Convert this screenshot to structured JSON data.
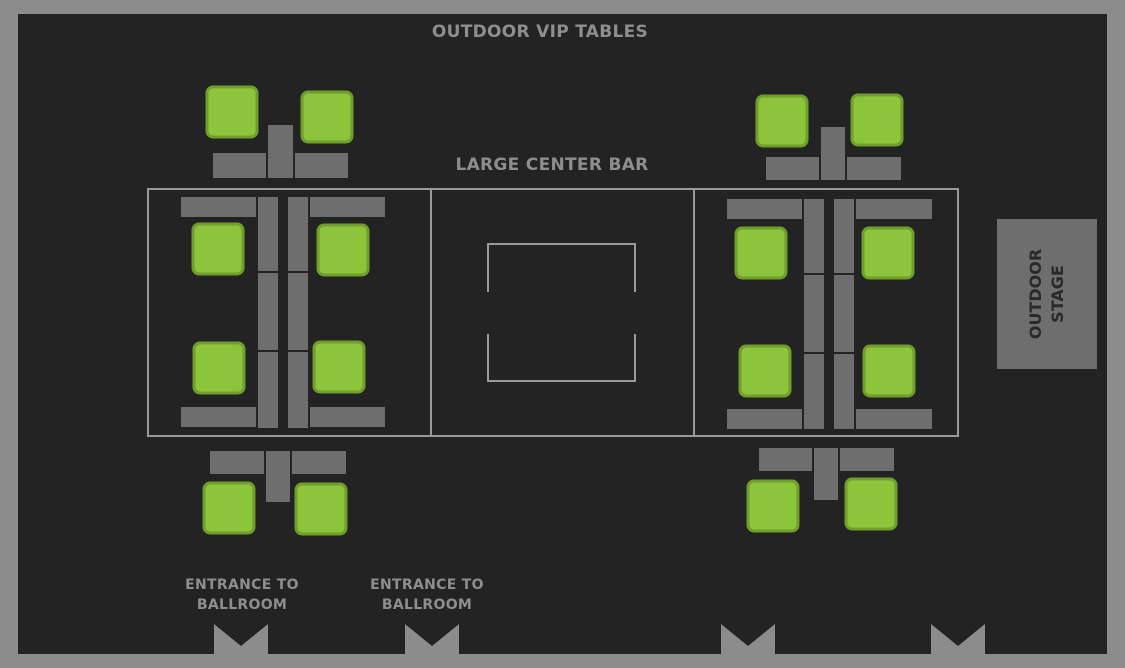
{
  "labels": {
    "outdoor_vip_tables": "OUTDOOR VIP TABLES",
    "large_center_bar": "LARGE CENTER BAR",
    "entrance_1_line1": "ENTRANCE TO",
    "entrance_1_line2": "BALLROOM",
    "entrance_2_line1": "ENTRANCE TO",
    "entrance_2_line2": "BALLROOM",
    "outdoor_stage_line1": "OUTDOOR",
    "outdoor_stage_line2": "STAGE"
  },
  "colors": {
    "wall": "#8c8c8c",
    "floor": "#232323",
    "furniture": "#6e6e6e",
    "outline": "#9a9a9a",
    "seat_green": "#8cc43c",
    "seat_green_border": "#6f9e2b",
    "label_text": "#8e8e8e"
  },
  "seating": {
    "total_vip_tables": 16,
    "status": "available"
  }
}
